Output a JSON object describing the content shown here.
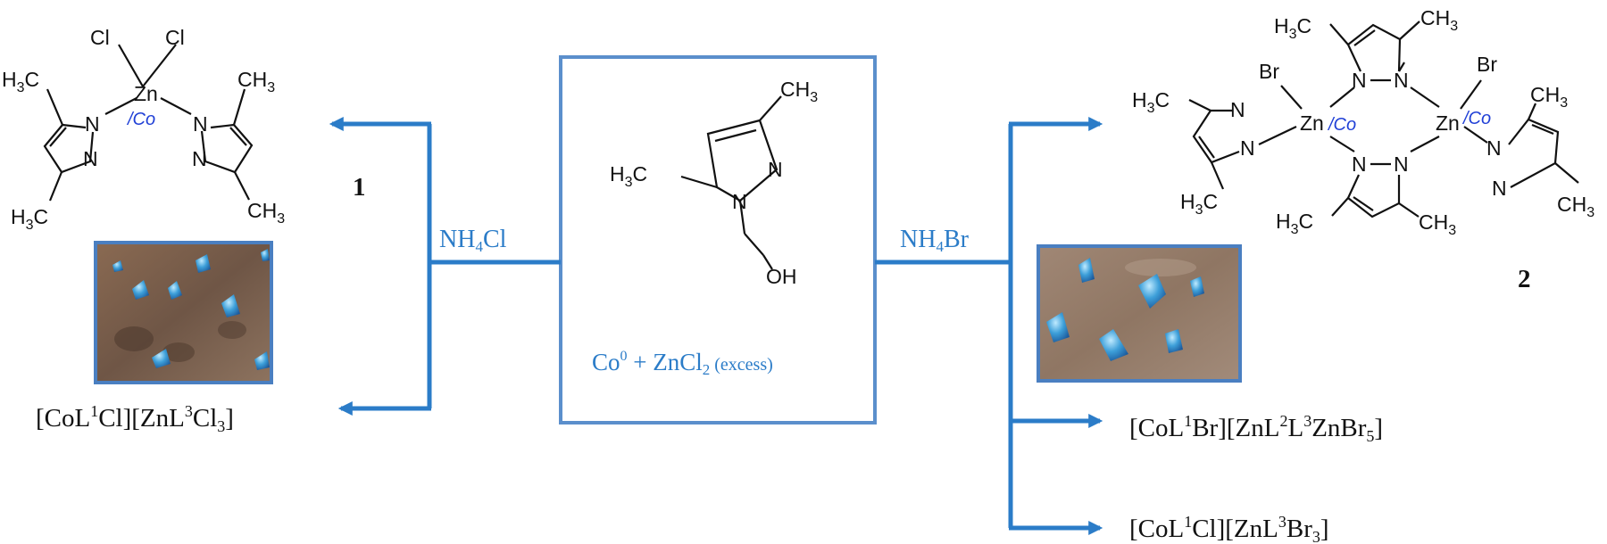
{
  "reagents": {
    "left": {
      "base": "NH",
      "sub": "4",
      "rest": "Cl"
    },
    "right": {
      "base": "NH",
      "sub": "4",
      "rest": "Br"
    }
  },
  "center": {
    "reaction_a": "Co",
    "reaction_a_sup": "0",
    "reaction_b": " + ZnCl",
    "reaction_b_sub": "2",
    "reaction_c": " (excess)"
  },
  "compounds": {
    "c1_label": "1",
    "c2_label": "2",
    "left_formula": {
      "p1": "[CoL",
      "s1": "1",
      "p2": "Cl][ZnL",
      "s2": "3",
      "p3": "Cl",
      "sub3": "3",
      "p4": "]"
    },
    "right_formula_1": {
      "p1": "[CoL",
      "s1": "1",
      "p2": "Br][ZnL",
      "s2": "2",
      "p3": "L",
      "s3": "3",
      "p4": "ZnBr",
      "sub4": "5",
      "p5": "]"
    },
    "right_formula_2": {
      "p1": "[CoL",
      "s1": "1",
      "p2": "Cl][ZnL",
      "s2": "3",
      "p3": "Br",
      "sub3": "3",
      "p4": "]"
    }
  },
  "molecule_labels": {
    "cl": "Cl",
    "br": "Br",
    "zn": "Zn",
    "co": "/Co",
    "n": "N",
    "oh": "OH",
    "h": "H",
    "c": "C",
    "three": "3"
  },
  "colors": {
    "flow": "#2b7cc8",
    "box": "#5b8fcc",
    "co_label": "#1f3fd6"
  }
}
